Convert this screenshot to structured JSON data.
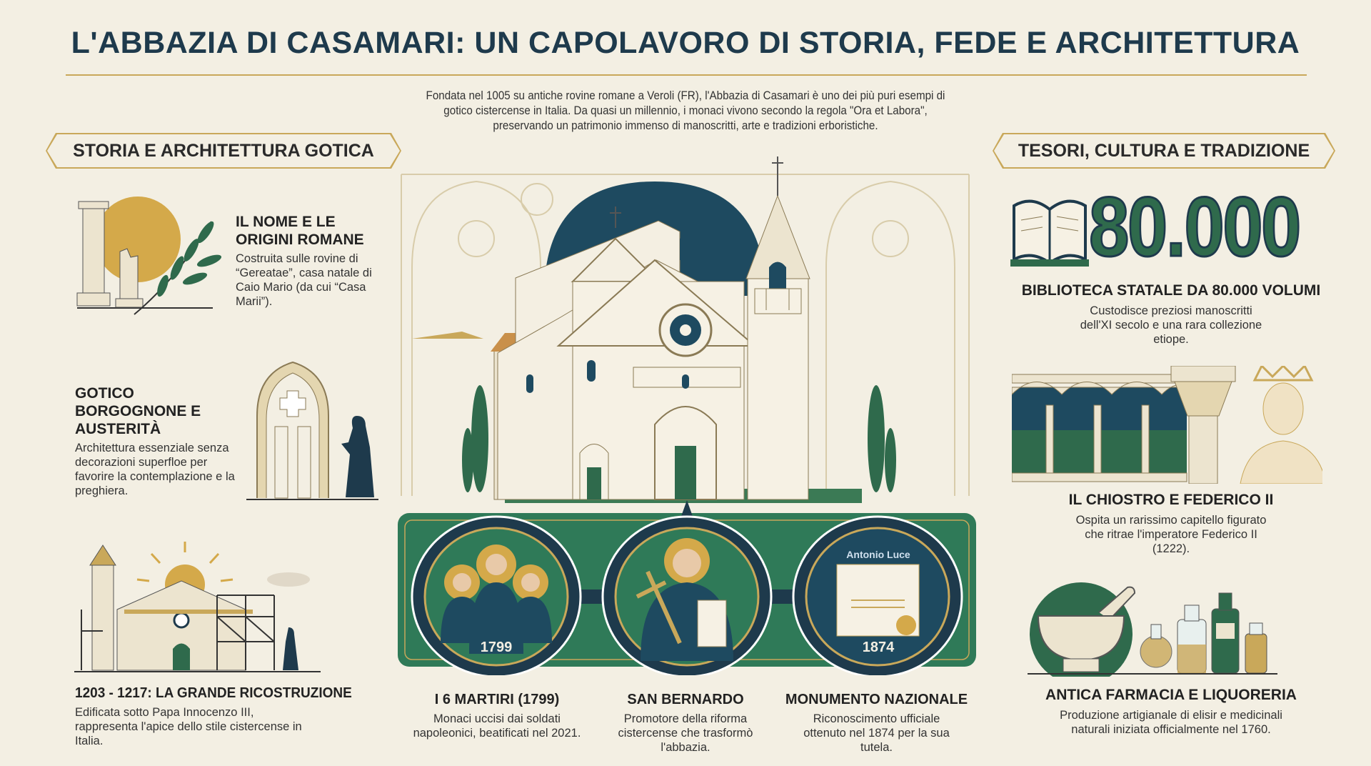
{
  "title": "L'ABBAZIA DI CASAMARI: UN CAPOLAVORO DI STORIA, FEDE E ARCHITETTURA",
  "intro": "Fondata nel 1005 su antiche rovine romane a Veroli (FR), l'Abbazia di Casamari è uno dei più puri esempi di gotico cistercense in Italia. Da quasi un millennio, i monaci vivono secondo la regola \"Ora et Labora\", preservando un patrimonio immenso di manoscritti, arte e tradizioni erboristiche.",
  "left": {
    "banner": "STORIA E ARCHITETTURA GOTICA",
    "items": [
      {
        "title": "IL NOME E LE ORIGINI ROMANE",
        "text": "Costruita sulle rovine di “Gereatae”, casa natale di Caio Mario (da cui “Casa Marii”)."
      },
      {
        "title": "GOTICO BORGOGNONE E AUSTERITÀ",
        "text": "Architettura essenziale senza decorazioni superfloe per favorire la contemplazione e la preghiera."
      },
      {
        "title": "1203 - 1217: LA GRANDE RICOSTRUZIONE",
        "text": "Edificata sotto Papa Innocenzo III, rappresenta l'apice dello stile cistercense in Italia."
      }
    ]
  },
  "center": {
    "medallions": [
      {
        "year": "1799",
        "title": "I 6 MARTIRI (1799)",
        "text": "Monaci uccisi dai soldati napoleonici, beatificati nel 2021."
      },
      {
        "year": "",
        "title": "SAN BERNARDO",
        "text": "Promotore della riforma cistercense che trasformò l'abbazia."
      },
      {
        "year": "1874",
        "label": "Antonio Luce",
        "title": "MONUMENTO NAZIONALE",
        "text": "Riconoscimento ufficiale ottenuto nel 1874 per la sua tutela."
      }
    ]
  },
  "right": {
    "banner": "TESORI, CULTURA E TRADIZIONE",
    "big_number": "80.000",
    "items": [
      {
        "title": "BIBLIOTECA STATALE DA 80.000 VOLUMI",
        "text": "Custodisce preziosi manoscritti dell'XI secolo e una rara collezione etiope."
      },
      {
        "title": "IL CHIOSTRO E FEDERICO II",
        "text": "Ospita un rarissimo capitello figurato che ritrae l'imperatore Federico II (1222)."
      },
      {
        "title": "ANTICA FARMACIA E LIQUORERIA",
        "text": "Produzione artigianale di elisir e medicinali naturali iniziata officialmente nel 1760."
      }
    ]
  },
  "colors": {
    "navy": "#1e3a4c",
    "green": "#2f6a4c",
    "gold": "#c9a85a",
    "bg": "#f3efe3"
  }
}
